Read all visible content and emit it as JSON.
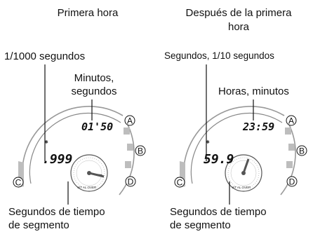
{
  "left": {
    "heading": "Primera hora",
    "label_ms": "1/1000 segundos",
    "label_time_line1": "Minutos,",
    "label_time_line2": "segundos",
    "display_top": "01'50",
    "display_main": ".999",
    "footer_line1": "Segundos de tiempo",
    "footer_line2": "de segmento"
  },
  "right": {
    "heading_line1": "Después de la primera",
    "heading_line2": "hora",
    "label_seconds": "Segundos, 1/10 segundos",
    "label_time": "Horas, minutos",
    "display_top": "23:59",
    "display_main": "59.9",
    "footer_line1": "Segundos de tiempo",
    "footer_line2": "de segmento"
  },
  "buttons": {
    "a": "A",
    "b": "B",
    "c": "C",
    "d": "D"
  },
  "dial_text": "WT AL OVER"
}
